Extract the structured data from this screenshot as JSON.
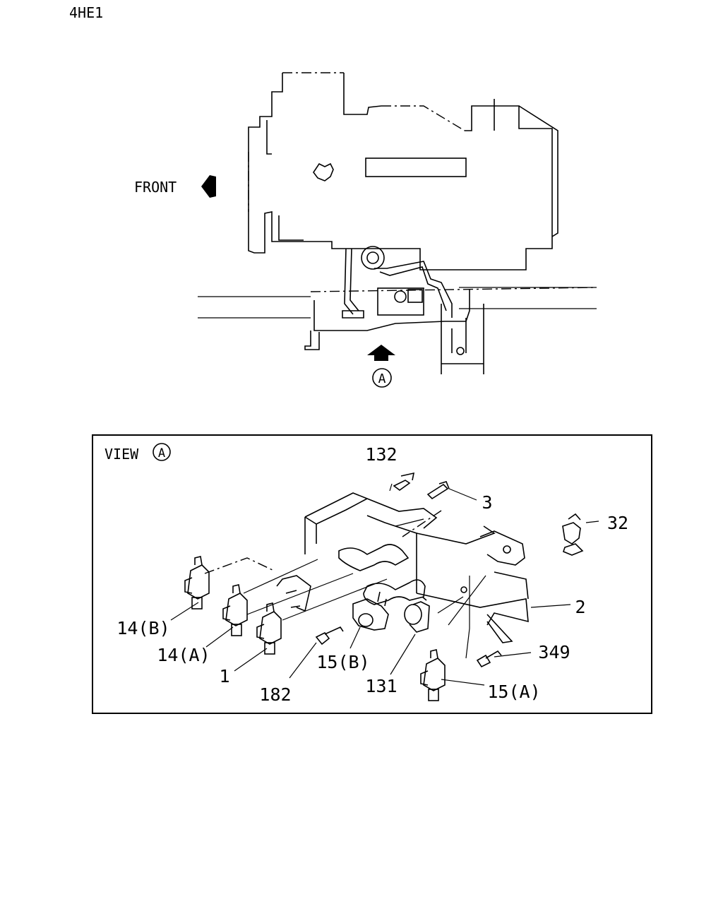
{
  "model_code": "4HE1",
  "front_label": "FRONT",
  "view_marker": "A",
  "view_label": "VIEW",
  "callouts": {
    "c132": "132",
    "c3": "3",
    "c32": "32",
    "c2": "2",
    "c14b": "14(B)",
    "c14a": "14(A)",
    "c1": "1",
    "c15b": "15(B)",
    "c182": "182",
    "c131": "131",
    "c349": "349",
    "c15a": "15(A)"
  }
}
